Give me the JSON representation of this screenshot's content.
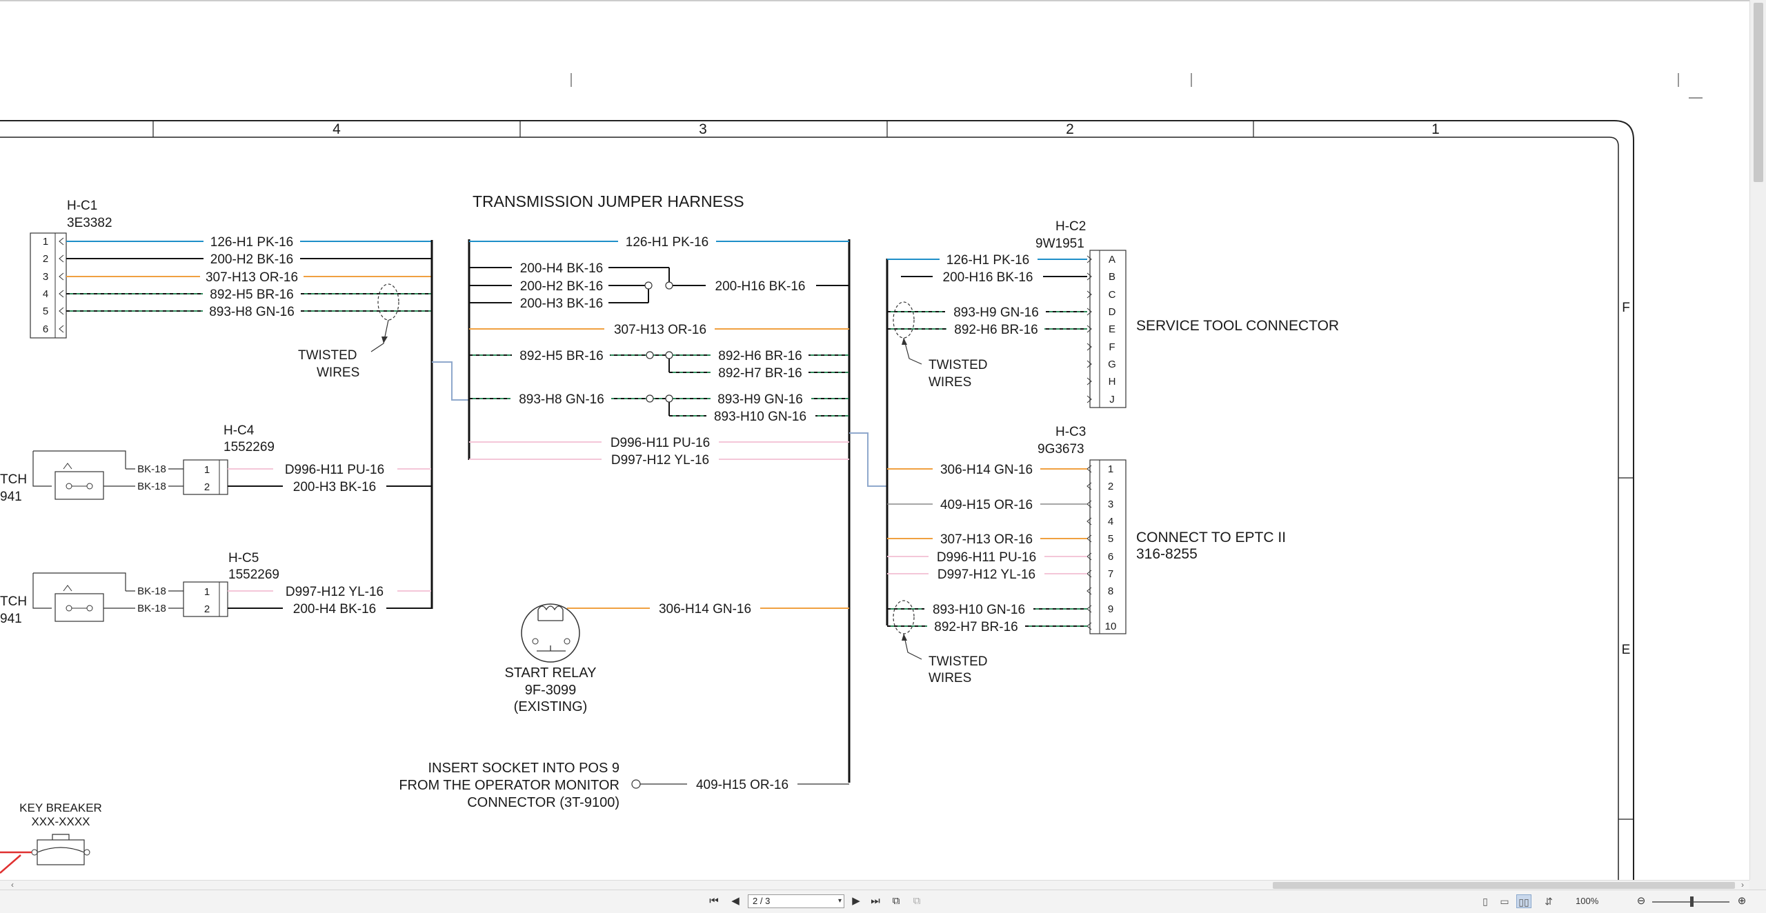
{
  "zones": {
    "columns": [
      "4",
      "3",
      "2",
      "1"
    ],
    "rows": [
      "F",
      "E"
    ]
  },
  "title": "TRANSMISSION JUMPER HARNESS",
  "connectors": {
    "hc1": {
      "id": "H-C1",
      "part": "3E3382",
      "pins": [
        "1",
        "2",
        "3",
        "4",
        "5",
        "6"
      ]
    },
    "hc2": {
      "id": "H-C2",
      "part": "9W1951",
      "pins": [
        "A",
        "B",
        "C",
        "D",
        "E",
        "F",
        "G",
        "H",
        "J"
      ],
      "desc": "SERVICE TOOL CONNECTOR"
    },
    "hc3": {
      "id": "H-C3",
      "part": "9G3673",
      "pins": [
        "1",
        "2",
        "3",
        "4",
        "5",
        "6",
        "7",
        "8",
        "9",
        "10"
      ],
      "desc": "CONNECT TO EPTC II",
      "desc2": "316-8255"
    },
    "hc4": {
      "id": "H-C4",
      "part": "1552269",
      "pins": [
        "1",
        "2"
      ]
    },
    "hc5": {
      "id": "H-C5",
      "part": "1552269",
      "pins": [
        "1",
        "2"
      ]
    }
  },
  "left_wires": {
    "w126": "126-H1 PK-16",
    "w200h2": "200-H2 BK-16",
    "w307": "307-H13 OR-16",
    "w892h5": "892-H5 BR-16",
    "w893h8": "893-H8 GN-16",
    "d996": "D996-H11 PU-16",
    "w200h3": "200-H3 BK-16",
    "d997": "D997-H12 YL-16",
    "w200h4": "200-H4 BK-16"
  },
  "switch_wires": {
    "bk1": "BK-18",
    "bk2": "BK-18",
    "bk3": "BK-18",
    "bk4": "BK-18"
  },
  "switch_fragments": {
    "a": "TCH",
    "b": "941",
    "c": "TCH",
    "d": "941"
  },
  "twisted": {
    "line1": "TWISTED",
    "line2": "WIRES"
  },
  "center_wires": {
    "w126": "126-H1 PK-16",
    "w200h4": "200-H4 BK-16",
    "w200h2": "200-H2 BK-16",
    "w200h3": "200-H3 BK-16",
    "w200h16": "200-H16 BK-16",
    "w307": "307-H13 OR-16",
    "w892h5": "892-H5 BR-16",
    "w892h6": "892-H6 BR-16",
    "w892h7": "892-H7 BR-16",
    "w893h8": "893-H8 GN-16",
    "w893h9": "893-H9 GN-16",
    "w893h10": "893-H10 GN-16",
    "d996": "D996-H11 PU-16",
    "d997": "D997-H12 YL-16",
    "w306": "306-H14 GN-16",
    "w409": "409-H15 OR-16"
  },
  "right_wires": {
    "w126": "126-H1 PK-16",
    "w200h16": "200-H16 BK-16",
    "w893h9": "893-H9 GN-16",
    "w892h6": "892-H6 BR-16",
    "w306": "306-H14 GN-16",
    "w409": "409-H15 OR-16",
    "w307": "307-H13 OR-16",
    "d996": "D996-H11 PU-16",
    "d997": "D997-H12 YL-16",
    "w893h10": "893-H10 GN-16",
    "w892h7": "892-H7 BR-16"
  },
  "relay": {
    "line1": "START RELAY",
    "line2": "9F-3099",
    "line3": "(EXISTING)"
  },
  "note": {
    "line1": "INSERT SOCKET INTO POS 9",
    "line2": "FROM THE OPERATOR MONITOR",
    "line3": "CONNECTOR (3T-9100)"
  },
  "key_breaker": {
    "line1": "KEY BREAKER",
    "line2": "XXX-XXXX"
  },
  "status_bar": {
    "page_display": "2 / 3",
    "zoom": "100%"
  },
  "colors": {
    "pink_wire": "#1e8fc8",
    "orange_wire": "#f0a040",
    "green_dash": "#2d8a5a",
    "light_pink": "#f4c6d8",
    "frame": "#222222",
    "red_wire": "#e03030"
  }
}
